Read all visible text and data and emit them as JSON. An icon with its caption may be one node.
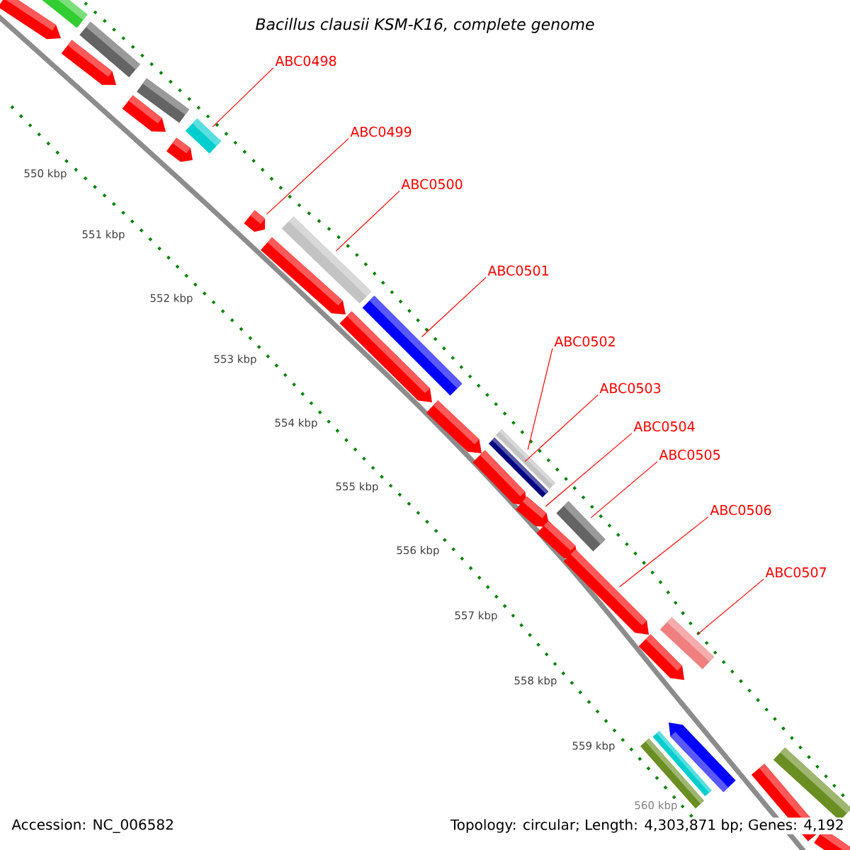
{
  "diagram": {
    "title": "*Bacillus clausii* KSM-K16, complete genome",
    "nodes": [
      {
        "text": [
          "ABC0498"
        ]
      },
      {
        "text": [
          "ABC0499"
        ]
      },
      {
        "text": [
          "ABC0500"
        ]
      },
      {
        "text": [
          "ABC0501"
        ]
      },
      {
        "text": [
          "ABC0502"
        ]
      },
      {
        "text": [
          "ABC0503"
        ]
      },
      {
        "text": [
          "ABC0504"
        ]
      },
      {
        "text": [
          "ABC0505"
        ]
      },
      {
        "text": [
          "ABC0506"
        ]
      },
      {
        "text": [
          "ABC0507"
        ]
      },
      {
        "text": [],
        "shape": "arrow"
      },
      {
        "text": [],
        "shape": "box"
      },
      {
        "text": [],
        "shape": "box"
      },
      {
        "text": [],
        "shape": "arrow"
      },
      {
        "text": [],
        "shape": "box"
      },
      {
        "text": [],
        "shape": "arrow"
      },
      {
        "text": [],
        "shape": "box"
      },
      {
        "text": [],
        "shape": "arrow"
      },
      {
        "text": [],
        "shape": "arrow"
      },
      {
        "text": [],
        "shape": "box"
      },
      {
        "text": [],
        "shape": "arrow"
      },
      {
        "text": [],
        "shape": "box"
      },
      {
        "text": [],
        "shape": "arrow"
      },
      {
        "text": [],
        "shape": "arrow"
      },
      {
        "text": [],
        "shape": "box"
      },
      {
        "text": [],
        "shape": "box"
      },
      {
        "text": [],
        "shape": "arrow"
      },
      {
        "text": [],
        "shape": "arrow"
      },
      {
        "text": [],
        "shape": "box"
      },
      {
        "text": [],
        "shape": "arrow"
      },
      {
        "text": [],
        "shape": "arrow"
      },
      {
        "text": [],
        "shape": "box"
      },
      {
        "text": [],
        "shape": "arrow"
      },
      {
        "text": [],
        "shape": "arrow"
      },
      {
        "text": [],
        "shape": "box"
      },
      {
        "text": [],
        "shape": "box"
      },
      {
        "text": [],
        "shape": "box"
      },
      {
        "text": [],
        "shape": "box"
      },
      {
        "text": [],
        "shape": "box"
      }
    ],
    "edges": [
      {
        "from": 0,
        "to": 16,
        "arrow": "none"
      },
      {
        "from": 1,
        "to": 18,
        "arrow": "none"
      },
      {
        "from": 2,
        "to": 19,
        "arrow": "none"
      },
      {
        "from": 3,
        "to": 21,
        "arrow": "none"
      },
      {
        "from": 4,
        "to": 24,
        "arrow": "none"
      },
      {
        "from": 5,
        "to": 25,
        "arrow": "none"
      },
      {
        "from": 6,
        "to": 27,
        "arrow": "none"
      },
      {
        "from": 7,
        "to": 28,
        "arrow": "none"
      },
      {
        "from": 8,
        "to": 30,
        "arrow": "none"
      },
      {
        "from": 9,
        "to": 31,
        "arrow": "none"
      }
    ],
    "labels": [
      "550 kbp",
      "551 kbp",
      "552 kbp",
      "553 kbp",
      "554 kbp",
      "555 kbp",
      "556 kbp",
      "557 kbp",
      "558 kbp",
      "559 kbp",
      "560 kbp",
      "Accession: NC_006582",
      "Topology: circular; Length: 4,303,871 bp; Genes: 4,192"
    ]
  }
}
